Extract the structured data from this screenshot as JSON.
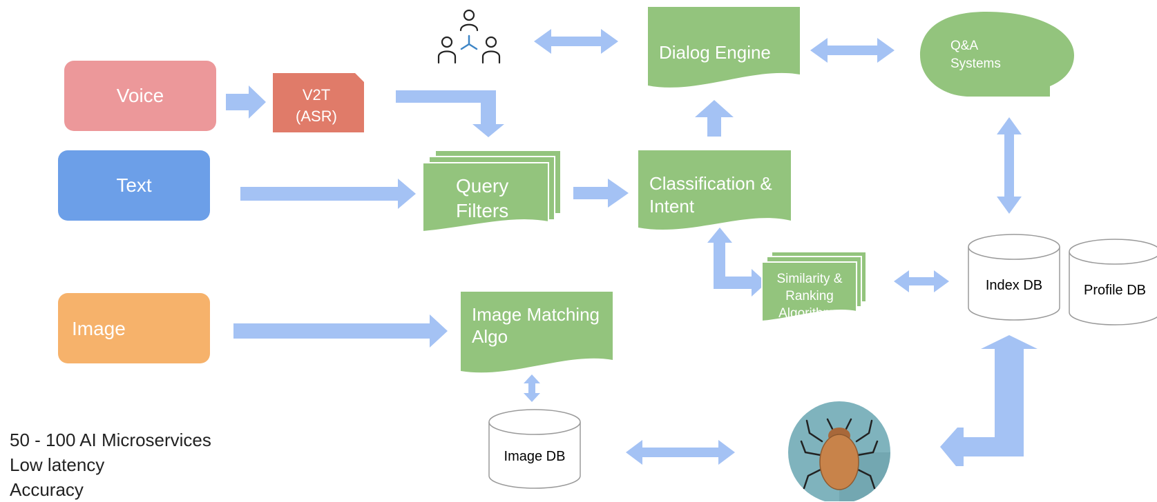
{
  "inputs": {
    "voice": "Voice",
    "text": "Text",
    "image": "Image"
  },
  "nodes": {
    "v2t_line1": "V2T",
    "v2t_line2": "(ASR)",
    "query_filters_line1": "Query",
    "query_filters_line2": "Filters",
    "classification_line1": "Classification &",
    "classification_line2": "Intent",
    "dialog_engine": "Dialog Engine",
    "qa_line1": "Q&A",
    "qa_line2": "Systems",
    "similarity_line1": "Similarity &",
    "similarity_line2": "Ranking",
    "similarity_line3": "Algorithms",
    "image_matching_line1": "Image Matching",
    "image_matching_line2": "Algo"
  },
  "databases": {
    "index_db": "Index DB",
    "profile_db": "Profile DB",
    "image_db": "Image DB"
  },
  "icons": {
    "team": "people-network-icon",
    "crawler": "spider-bug-icon"
  },
  "notes": [
    "50 - 100 AI Microservices",
    "Low latency",
    "Accuracy"
  ],
  "colors": {
    "voice": "#EC989A",
    "text": "#6C9FE8",
    "image": "#F6B26B",
    "v2t": "#E07B69",
    "green": "#93C47D",
    "arrow": "#A4C2F4",
    "bug_bg": "#7FB3BD",
    "bug_body": "#C8834A"
  }
}
